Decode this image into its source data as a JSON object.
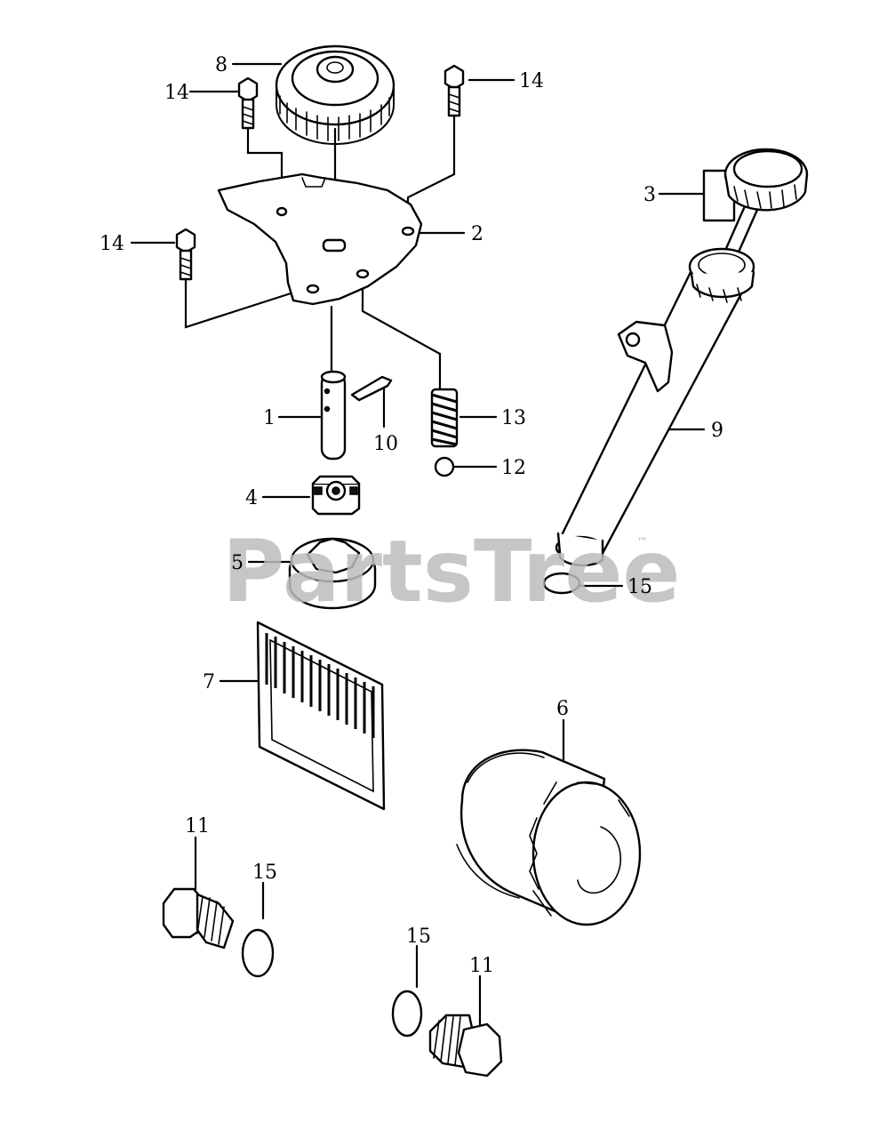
{
  "watermark": {
    "text": "PartsTree",
    "trademark": "™",
    "color": "#bdbdbd"
  },
  "callouts": {
    "c1": "1",
    "c2": "2",
    "c3": "3",
    "c4": "4",
    "c5": "5",
    "c6": "6",
    "c7": "7",
    "c8": "8",
    "c9": "9",
    "c10": "10",
    "c11a": "11",
    "c11b": "11",
    "c12": "12",
    "c13": "13",
    "c14a": "14",
    "c14b": "14",
    "c14c": "14",
    "c15a": "15",
    "c15b": "15",
    "c15c": "15"
  },
  "parts_shown": [
    "gear",
    "bolt",
    "plate",
    "pin",
    "key",
    "spring",
    "ball",
    "rotor-housing",
    "rotor",
    "screen",
    "oil-filter",
    "dipstick",
    "dipstick-tube",
    "o-ring",
    "drain-plug"
  ]
}
